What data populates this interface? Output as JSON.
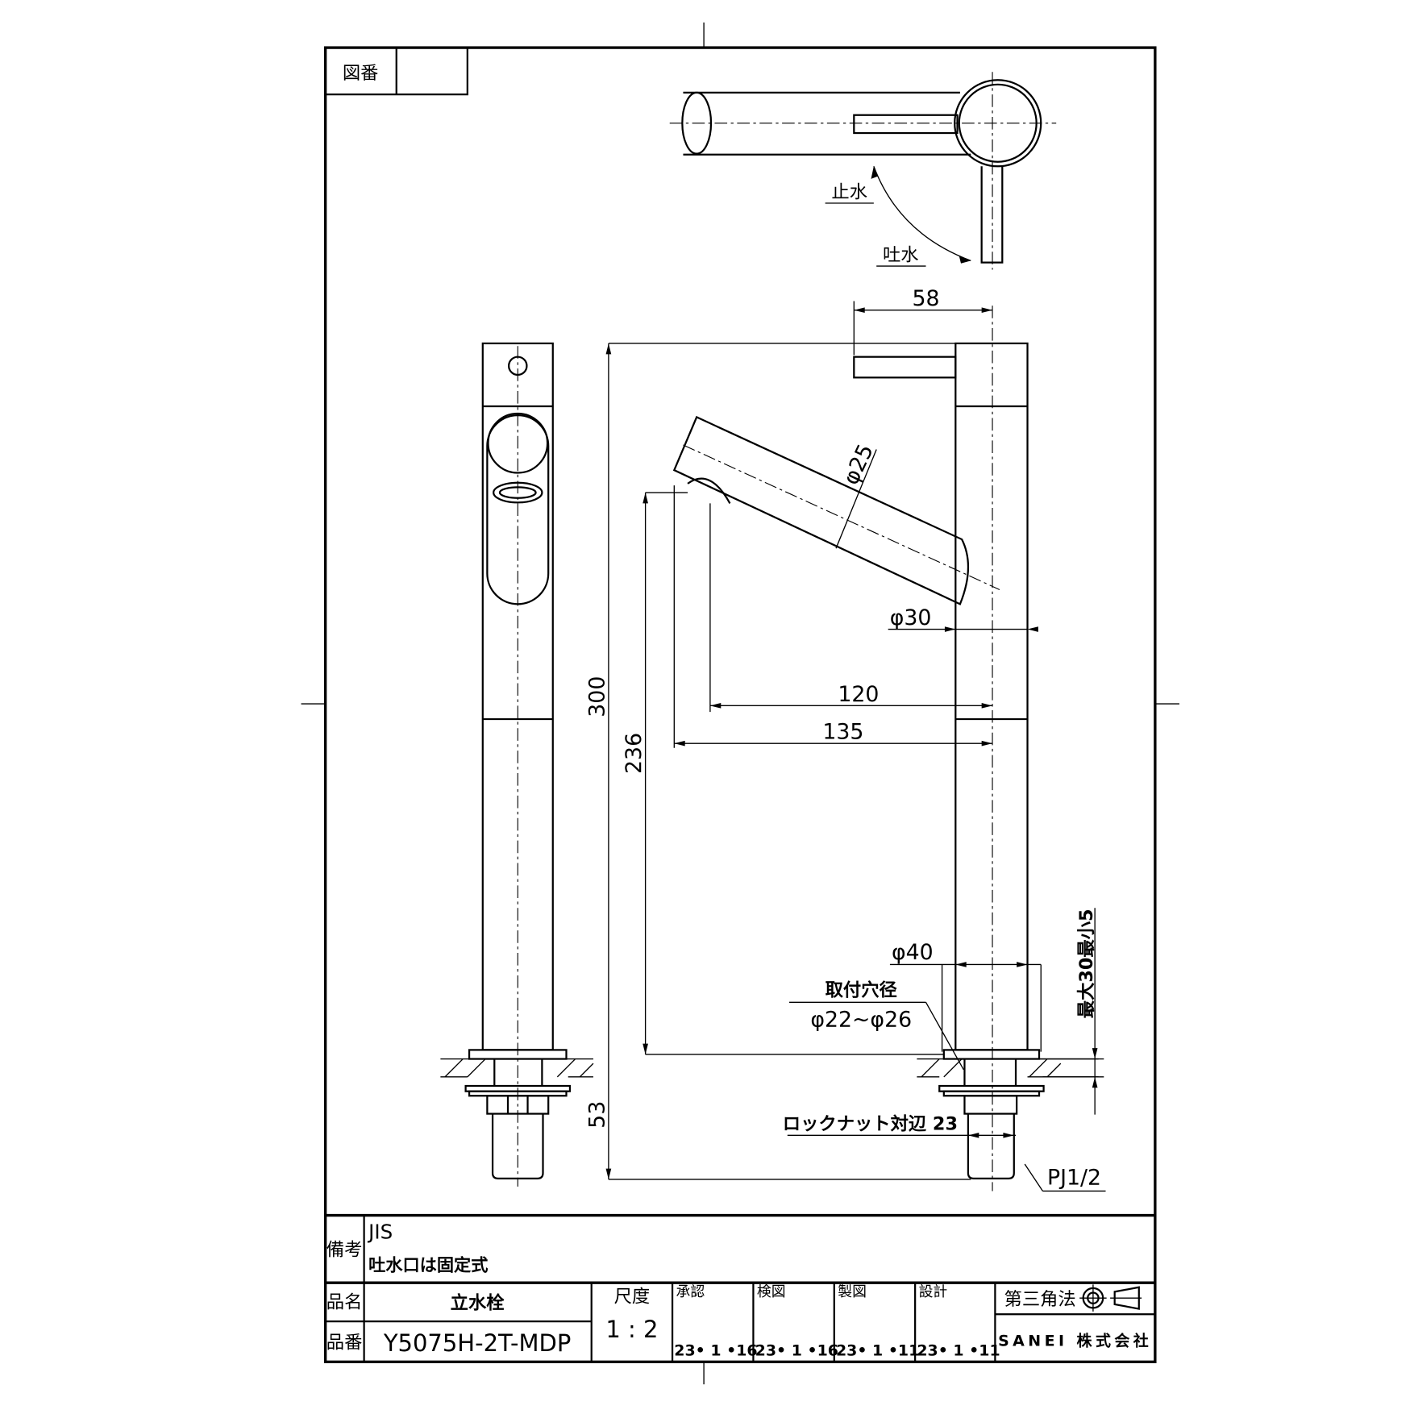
{
  "drawing_number_label": "図番",
  "top_view": {
    "stop_label": "止水",
    "discharge_label": "吐水"
  },
  "dimensions": {
    "handle_length": "58",
    "spout_diameter": "φ25",
    "body_diameter": "φ30",
    "reach_120": "120",
    "reach_135": "135",
    "height_300": "300",
    "height_236": "236",
    "below_53": "53",
    "flange_diameter": "φ40",
    "mount_hole_label": "取付穴径",
    "mount_hole_value": "φ22~φ26",
    "counter_thickness": "最大30最小5",
    "locknut_label": "ロックナット対辺 23",
    "thread": "PJ1/2"
  },
  "title_block": {
    "remarks_label": "備考",
    "remarks": [
      "JIS",
      "吐水口は固定式"
    ],
    "product_name_label": "品名",
    "product_name": "立水栓",
    "product_number_label": "品番",
    "product_number": "Y5075H-2T-MDP",
    "scale_label": "尺度",
    "scale": "1 : 2",
    "signoffs": [
      {
        "label": "承認",
        "date": "23• 1 •16"
      },
      {
        "label": "検図",
        "date": "23• 1 •16"
      },
      {
        "label": "製図",
        "date": "23• 1 •11"
      },
      {
        "label": "設計",
        "date": "23• 1 •11"
      }
    ],
    "projection": "第三角法",
    "company": "SANEI 株式会社"
  }
}
